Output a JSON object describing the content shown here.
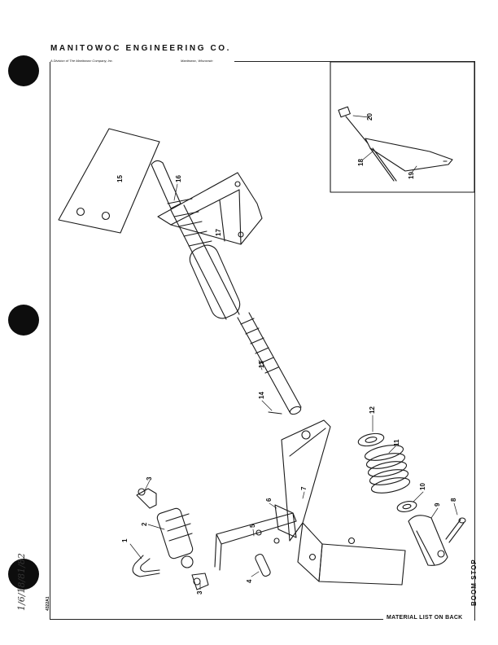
{
  "header": {
    "company": "MANITOWOC ENGINEERING CO.",
    "division": "A Division of The Manitowoc Company, Inc.",
    "location": "Manitowoc, Wisconsin"
  },
  "parts": [
    "1",
    "2",
    "3",
    "3",
    "4",
    "5",
    "6",
    "7",
    "8",
    "9",
    "10",
    "11",
    "12",
    "13",
    "14",
    "15",
    "16",
    "17",
    "18",
    "19",
    "20"
  ],
  "footer": {
    "material_note": "MATERIAL LIST ON BACK",
    "title": "BOOM STOP",
    "drawing_number": "4322A1",
    "handwritten": "1/6/18/81/82"
  }
}
